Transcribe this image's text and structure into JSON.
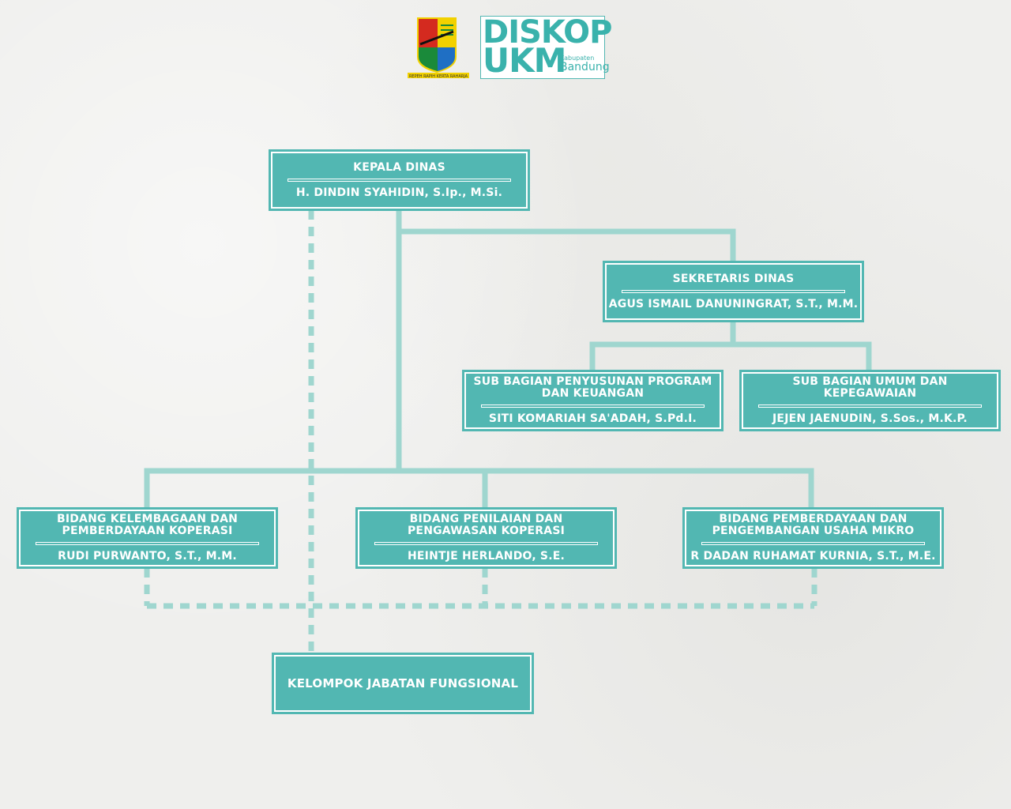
{
  "logos": {
    "diskop": "DISKOP",
    "ukm": "UKM",
    "kabupaten": "Kabupaten",
    "bandung": "Bandung",
    "crest_motto": "REPEH RAPIH KERTA RAHARJA"
  },
  "org": {
    "kepala": {
      "title": "KEPALA DINAS",
      "person": "H. DINDIN SYAHIDIN, S.Ip., M.Si."
    },
    "sekretaris": {
      "title": "SEKRETARIS DINAS",
      "person": "AGUS ISMAIL DANUNINGRAT, S.T., M.M."
    },
    "subbag_program": {
      "title": "SUB BAGIAN PENYUSUNAN PROGRAM DAN KEUANGAN",
      "person": "SITI KOMARIAH SA'ADAH, S.Pd.I."
    },
    "subbag_umum": {
      "title": "SUB BAGIAN UMUM DAN KEPEGAWAIAN",
      "person": "JEJEN JAENUDIN, S.Sos., M.K.P."
    },
    "bidang_kelembagaan": {
      "title": "BIDANG KELEMBAGAAN DAN PEMBERDAYAAN KOPERASI",
      "person": "RUDI PURWANTO, S.T., M.M."
    },
    "bidang_penilaian": {
      "title": "BIDANG PENILAIAN DAN PENGAWASAN KOPERASI",
      "person": "HEINTJE HERLANDO, S.E."
    },
    "bidang_pemberdayaan": {
      "title": "BIDANG PEMBERDAYAAN DAN PENGEMBANGAN USAHA MIKRO",
      "person": "R DADAN RUHAMAT KURNIA, S.T., M.E."
    },
    "fungsional": {
      "title": "KELOMPOK JABATAN FUNGSIONAL"
    }
  },
  "colors": {
    "box_fill": "#52b7b2",
    "line": "#9fd6cf",
    "crest_yellow": "#f2d100",
    "crest_green": "#1a8a3a",
    "crest_red": "#d42a1f",
    "crest_blue": "#1f6fc4"
  }
}
